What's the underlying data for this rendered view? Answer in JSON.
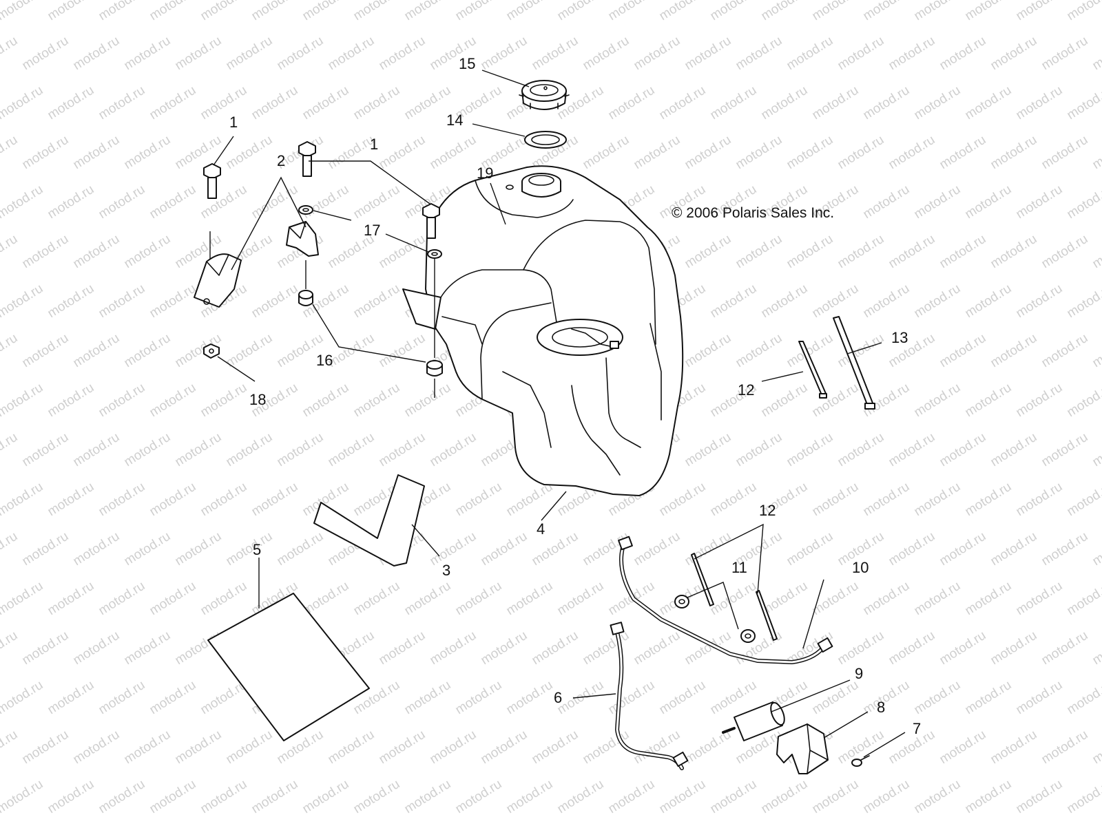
{
  "watermark": "motod.ru",
  "copyright": "© 2006 Polaris Sales Inc.",
  "callouts": {
    "c1a": "1",
    "c1b": "1",
    "c2": "2",
    "c3": "3",
    "c4": "4",
    "c5": "5",
    "c6": "6",
    "c7": "7",
    "c8": "8",
    "c9": "9",
    "c10": "10",
    "c11": "11",
    "c12a": "12",
    "c12b": "12",
    "c13": "13",
    "c14": "14",
    "c15": "15",
    "c16": "16",
    "c17": "17",
    "c18": "18",
    "c19": "19"
  },
  "colors": {
    "line": "#111111",
    "watermark": "#cfcfcf",
    "background": "#ffffff"
  }
}
